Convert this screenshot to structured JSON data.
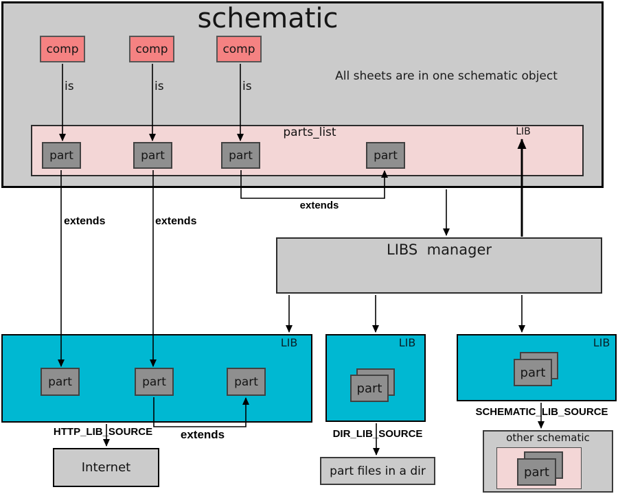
{
  "colors": {
    "schematic_fill": "#cbcbcb",
    "parts_list_pink": "#f3d6d6",
    "comp_red": "#f58282",
    "part_gray": "#8f8f8f",
    "lib_cyan": "#00b8d2"
  },
  "schematic": {
    "title": "schematic",
    "note": "All sheets are in one schematic object",
    "comp_labels": [
      "comp",
      "comp",
      "comp"
    ],
    "is_labels": [
      "is",
      "is",
      "is"
    ],
    "parts_list": {
      "label": "parts_list",
      "lib_label": "LIB",
      "part_labels": [
        "part",
        "part",
        "part",
        "part"
      ]
    }
  },
  "connectors": {
    "extends_left": "extends",
    "extends_mid": "extends",
    "extends_top_bracket": "extends",
    "extends_lib1": "extends"
  },
  "libs_manager": {
    "label": "LIBS  manager"
  },
  "lib1": {
    "lib_label": "LIB",
    "part_labels": [
      "part",
      "part",
      "part"
    ],
    "source_label": "HTTP_LIB_SOURCE",
    "target_label": "Internet"
  },
  "lib2": {
    "lib_label": "LIB",
    "part_label": "part",
    "source_label": "DIR_LIB_SOURCE",
    "target_label": "part files in a dir"
  },
  "lib3": {
    "lib_label": "LIB",
    "part_label": "part",
    "source_label": "SCHEMATIC_LIB_SOURCE",
    "other_schematic": {
      "title": "other schematic",
      "part_label": "part"
    }
  }
}
